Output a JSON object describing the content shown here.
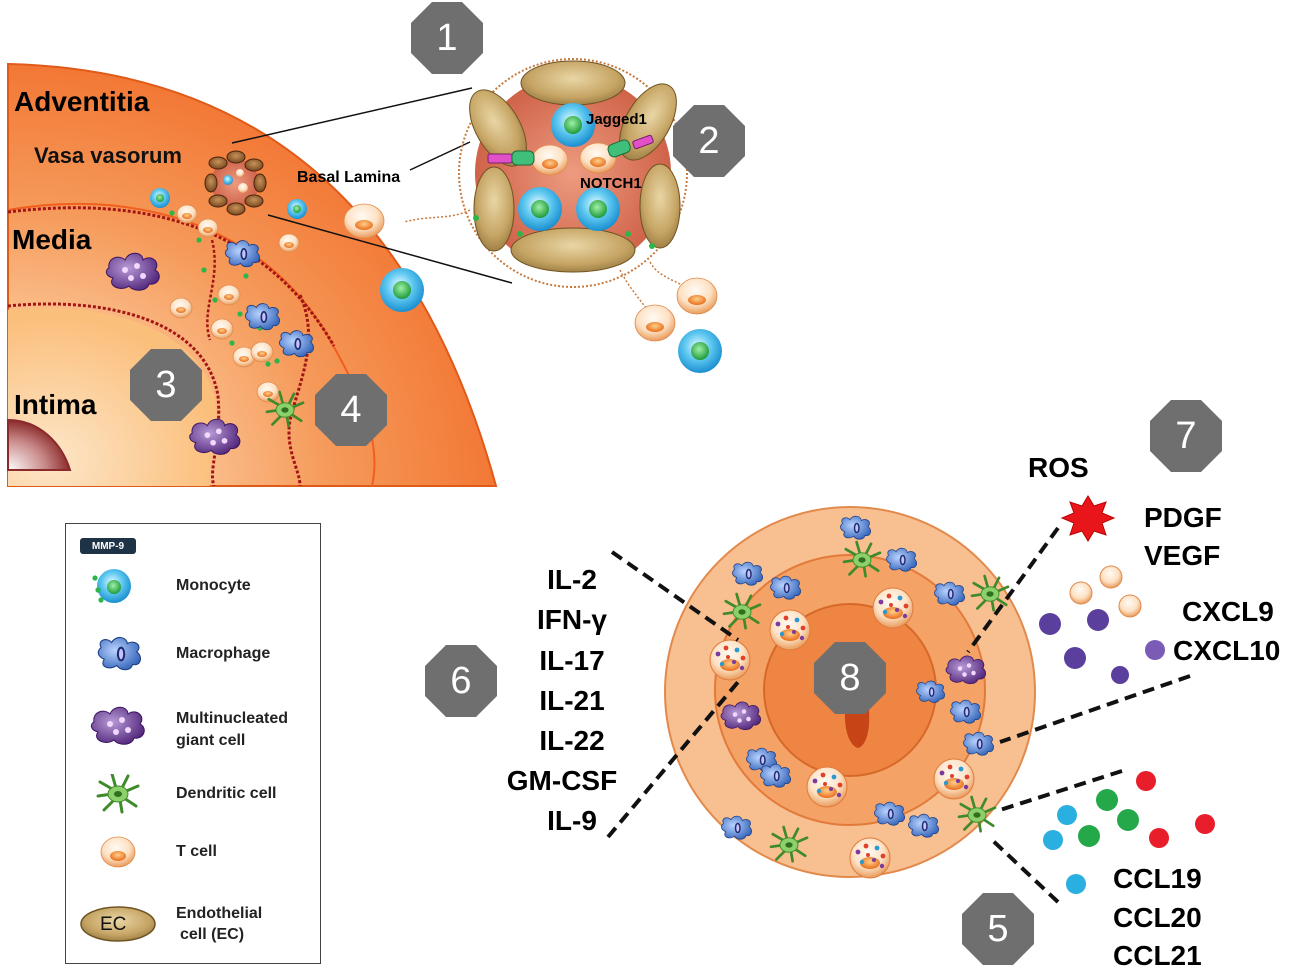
{
  "figure": {
    "badges": [
      "1",
      "2",
      "3",
      "4",
      "5",
      "6",
      "7",
      "8"
    ],
    "layers": {
      "adventitia": "Adventitia",
      "vasa_vasorum": "Vasa vasorum",
      "media": "Media",
      "intima": "Intima",
      "basal_lamina": "Basal Lamina"
    },
    "notch": {
      "jagged": "Jagged1",
      "notch1": "NOTCH1"
    },
    "cytokines": [
      "IL-2",
      "IFN-γ",
      "IL-17",
      "IL-21",
      "IL-22",
      "GM-CSF",
      "IL-9"
    ],
    "ros": "ROS",
    "growth_factors": [
      "PDGF",
      "VEGF"
    ],
    "cxcl": [
      "CXCL9",
      "CXCL10"
    ],
    "ccl": [
      "CCL19",
      "CCL20",
      "CCL21"
    ]
  },
  "legend": {
    "mmp9": "MMP-9",
    "monocyte": "Monocyte",
    "macrophage": "Macrophage",
    "giant_line1": "Multinucleated",
    "giant_line2": "giant cell",
    "dendritic": "Dendritic cell",
    "tcell": "T cell",
    "ec_line1": "Endothelial",
    "ec_line2": "cell (EC)",
    "ec_icon": "EC"
  },
  "colors": {
    "artery_outer": "#f47a3c",
    "artery_light": "#fbc79a",
    "elastic_lamina": "#a31515",
    "badge": "#6f6f6f",
    "monocyte": "#2aa8e0",
    "macrophage": "#3f6fc2",
    "giant_cell": "#6a3590",
    "dendritic": "#6aa84f",
    "tcell": "#f6b37c",
    "ec": "#c9a96a",
    "ros": "#e8161b"
  }
}
